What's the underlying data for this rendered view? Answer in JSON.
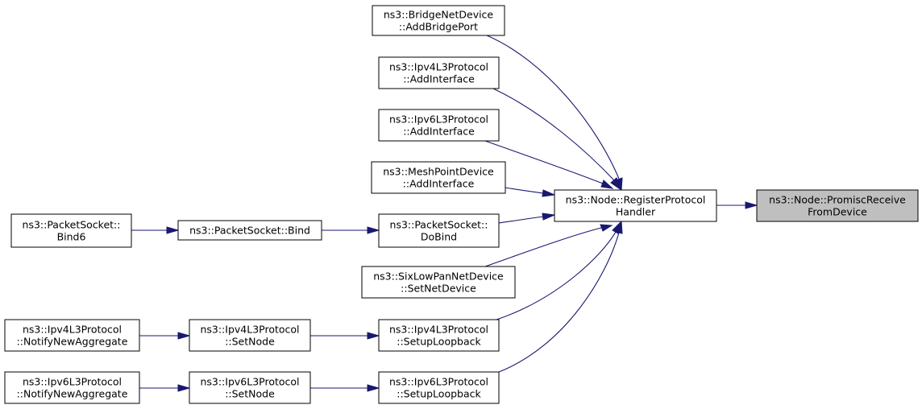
{
  "nodes": {
    "promisc": {
      "lines": [
        "ns3::Node::PromiscReceive",
        "FromDevice"
      ],
      "highlighted": true
    },
    "register": {
      "lines": [
        "ns3::Node::RegisterProtocol",
        "Handler"
      ]
    },
    "bridge": {
      "lines": [
        "ns3::BridgeNetDevice",
        "::AddBridgePort"
      ]
    },
    "ipv4AddIf": {
      "lines": [
        "ns3::Ipv4L3Protocol",
        "::AddInterface"
      ]
    },
    "ipv6AddIf": {
      "lines": [
        "ns3::Ipv6L3Protocol",
        "::AddInterface"
      ]
    },
    "mesh": {
      "lines": [
        "ns3::MeshPointDevice",
        "::AddInterface"
      ]
    },
    "doBind": {
      "lines": [
        "ns3::PacketSocket::",
        "DoBind"
      ]
    },
    "sixlowpan": {
      "lines": [
        "ns3::SixLowPanNetDevice",
        "::SetNetDevice"
      ]
    },
    "ipv4Loop": {
      "lines": [
        "ns3::Ipv4L3Protocol",
        "::SetupLoopback"
      ]
    },
    "ipv6Loop": {
      "lines": [
        "ns3::Ipv6L3Protocol",
        "::SetupLoopback"
      ]
    },
    "bind": {
      "lines": [
        "ns3::PacketSocket::Bind"
      ]
    },
    "bind6": {
      "lines": [
        "ns3::PacketSocket::",
        "Bind6"
      ]
    },
    "ipv4SetNode": {
      "lines": [
        "ns3::Ipv4L3Protocol",
        "::SetNode"
      ]
    },
    "ipv6SetNode": {
      "lines": [
        "ns3::Ipv6L3Protocol",
        "::SetNode"
      ]
    },
    "ipv4Notify": {
      "lines": [
        "ns3::Ipv4L3Protocol",
        "::NotifyNewAggregate"
      ]
    },
    "ipv6Notify": {
      "lines": [
        "ns3::Ipv6L3Protocol",
        "::NotifyNewAggregate"
      ]
    }
  },
  "edges": [
    {
      "from": "register",
      "to": "promisc"
    },
    {
      "from": "bridge",
      "to": "register"
    },
    {
      "from": "ipv4AddIf",
      "to": "register"
    },
    {
      "from": "ipv6AddIf",
      "to": "register"
    },
    {
      "from": "mesh",
      "to": "register"
    },
    {
      "from": "doBind",
      "to": "register"
    },
    {
      "from": "sixlowpan",
      "to": "register"
    },
    {
      "from": "ipv4Loop",
      "to": "register"
    },
    {
      "from": "ipv6Loop",
      "to": "register"
    },
    {
      "from": "bind",
      "to": "doBind"
    },
    {
      "from": "bind6",
      "to": "bind"
    },
    {
      "from": "ipv4SetNode",
      "to": "ipv4Loop"
    },
    {
      "from": "ipv4Notify",
      "to": "ipv4SetNode"
    },
    {
      "from": "ipv6SetNode",
      "to": "ipv6Loop"
    },
    {
      "from": "ipv6Notify",
      "to": "ipv6SetNode"
    }
  ],
  "colors": {
    "edge": "#191970",
    "highlight_fill": "#bfbfbf",
    "box_stroke": "#000000"
  }
}
